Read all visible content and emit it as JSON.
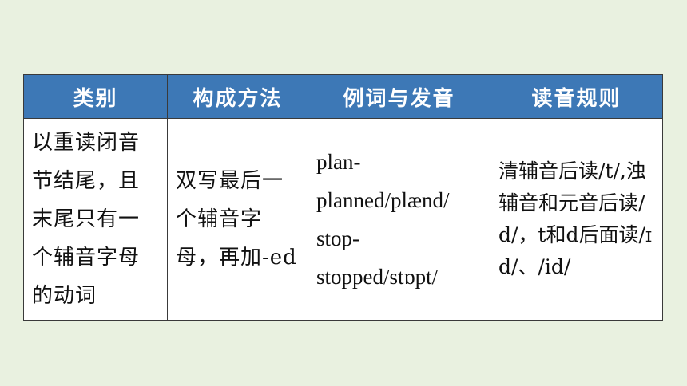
{
  "table": {
    "headers": [
      "类别",
      "构成方法",
      "例词与发音",
      "读音规则"
    ],
    "row": {
      "category": "以重读闭音节结尾，且末尾只有一个辅音字母的动词",
      "method": "双写最后一个辅音字母，再加-ed",
      "examples": [
        "plan-",
        "planned/plænd/",
        "stop-",
        "stopped/stɒpt/"
      ],
      "rule": "清辅音后读/t/,浊辅音和元音后读/d/，t和d后面读/ɪd/、/id/"
    }
  },
  "colors": {
    "page_background": "#e9f1e0",
    "header_background": "#3d78b6",
    "header_text": "#ffffff",
    "cell_background": "#ffffff",
    "border": "#3a3a3a"
  }
}
